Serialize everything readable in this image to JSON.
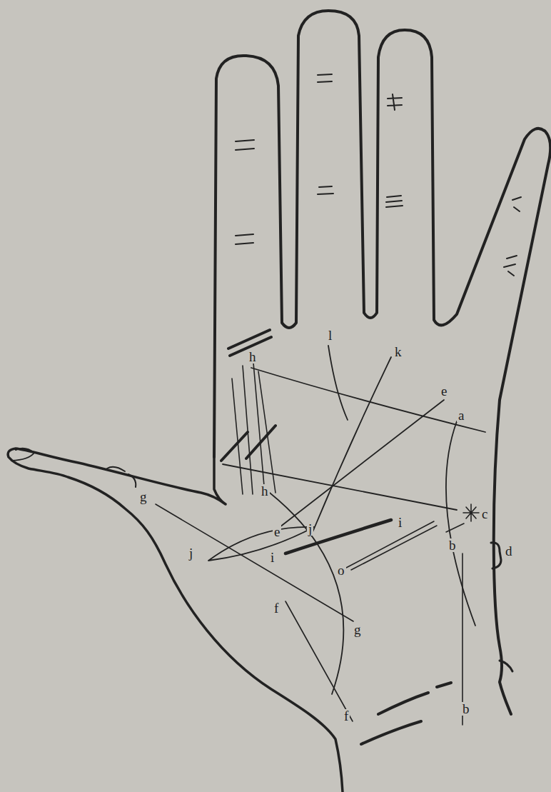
{
  "diagram": {
    "labels": [
      "l",
      "k",
      "h",
      "e",
      "a",
      "h",
      "c",
      "g",
      "e",
      "j",
      "i",
      "b",
      "d",
      "j",
      "i",
      "o",
      "f",
      "g",
      "f",
      "b"
    ]
  }
}
